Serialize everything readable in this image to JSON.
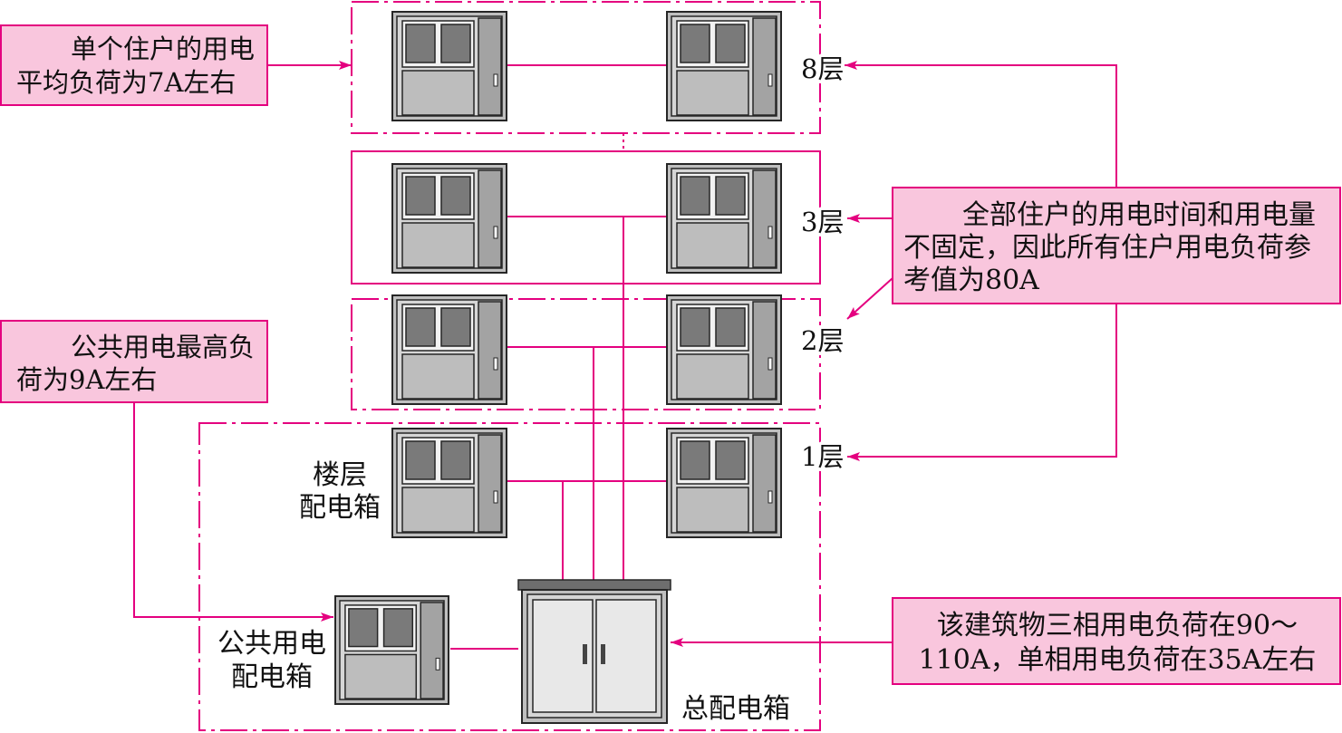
{
  "colors": {
    "accent": "#e4007f",
    "callout_fill": "#f9c6dd",
    "box_frame": "#bfbfbf",
    "box_window": "#7a7a7a"
  },
  "callouts": {
    "single_household": {
      "lines": [
        "单个住户的用电",
        "平均负荷为7A左右"
      ]
    },
    "public_peak": {
      "lines": [
        "公共用电最高负",
        "荷为9A左右"
      ]
    },
    "all_households": {
      "lines": [
        "全部住户的用电时间和用电量",
        "不固定，因此所有住户用电负荷参",
        "考值为80A"
      ]
    },
    "building_load": {
      "lines": [
        "该建筑物三相用电负荷在90～",
        "110A，单相用电负荷在35A左右"
      ]
    }
  },
  "floors": [
    {
      "label": "8层"
    },
    {
      "label": "3层"
    },
    {
      "label": "2层"
    },
    {
      "label": "1层"
    }
  ],
  "labels": {
    "floor_box": [
      "楼层",
      "配电箱"
    ],
    "public_box": [
      "公共用电",
      "配电箱"
    ],
    "main_box": "总配电箱"
  }
}
